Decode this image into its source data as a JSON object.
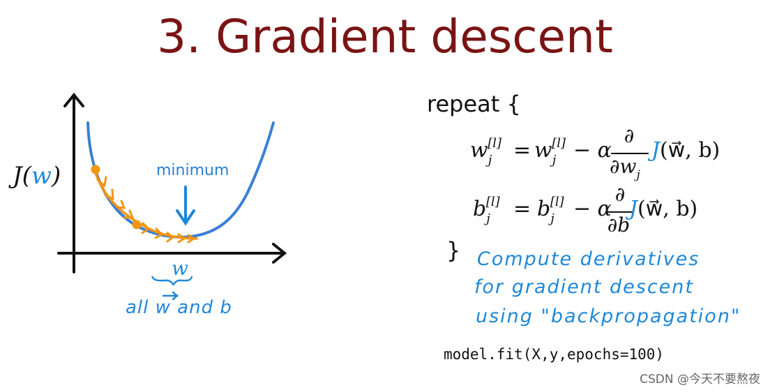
{
  "title": "3. Gradient descent",
  "graph": {
    "ylabel_J": "J(",
    "ylabel_w": "w",
    "ylabel_close": ")",
    "minimum_label": "minimum",
    "x_label": "w",
    "x_sublabel": "all w and b",
    "colors": {
      "curve": "#3a7fd5",
      "steps": "#f0960f",
      "axes": "#111111"
    }
  },
  "algorithm": {
    "repeat_open": "repeat {",
    "eq1_lhs": "w",
    "eq1_sub": "j",
    "eq1_sup": "[l]",
    "eq1_eq": "=",
    "eq1_minus_alpha": "− α",
    "eq1_num": "∂",
    "eq1_den": "∂w",
    "eq1_den_sub": "j",
    "eq2_lhs": "b",
    "eq2_sub": "j",
    "eq2_sup": "[l]",
    "eq2_minus_alpha": "− α",
    "eq2_num": "∂",
    "eq2_den": "∂b",
    "J_text": "J",
    "J_args": "(w⃗, b)",
    "repeat_close": "}"
  },
  "note": {
    "line1": "Compute derivatives",
    "line2": "for gradient descent",
    "line3": "using \"backpropagation\""
  },
  "code": "model.fit(X,y,epochs=100)",
  "watermark": "CSDN @今天不要熬夜"
}
